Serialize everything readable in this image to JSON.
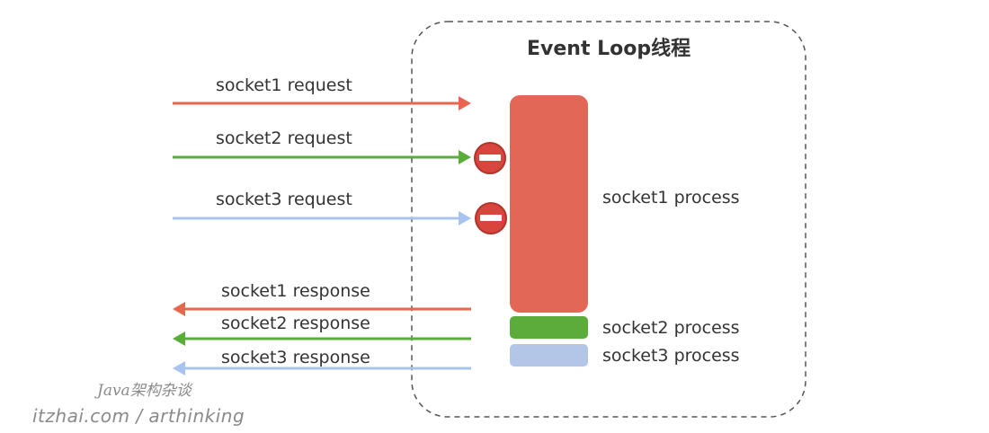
{
  "title": "Event Loop线程",
  "requests": [
    {
      "label": "socket1 request",
      "color": "#e8664f",
      "blocked": false
    },
    {
      "label": "socket2 request",
      "color": "#5aad3a",
      "blocked": true
    },
    {
      "label": "socket3 request",
      "color": "#a8c4ee",
      "blocked": true
    }
  ],
  "responses": [
    {
      "label": "socket1 response",
      "color": "#e8664f"
    },
    {
      "label": "socket2 response",
      "color": "#5aad3a"
    },
    {
      "label": "socket3 response",
      "color": "#a8c4ee"
    }
  ],
  "processes": [
    {
      "label": "socket1 process",
      "color": "#e36757"
    },
    {
      "label": "socket2 process",
      "color": "#5aad3a"
    },
    {
      "label": "socket3 process",
      "color": "#b3c6e8"
    }
  ],
  "block_icon": "no-entry-icon",
  "watermark": {
    "line1": "Java架构杂谈",
    "line2": "itzhai.com / arthinking"
  }
}
